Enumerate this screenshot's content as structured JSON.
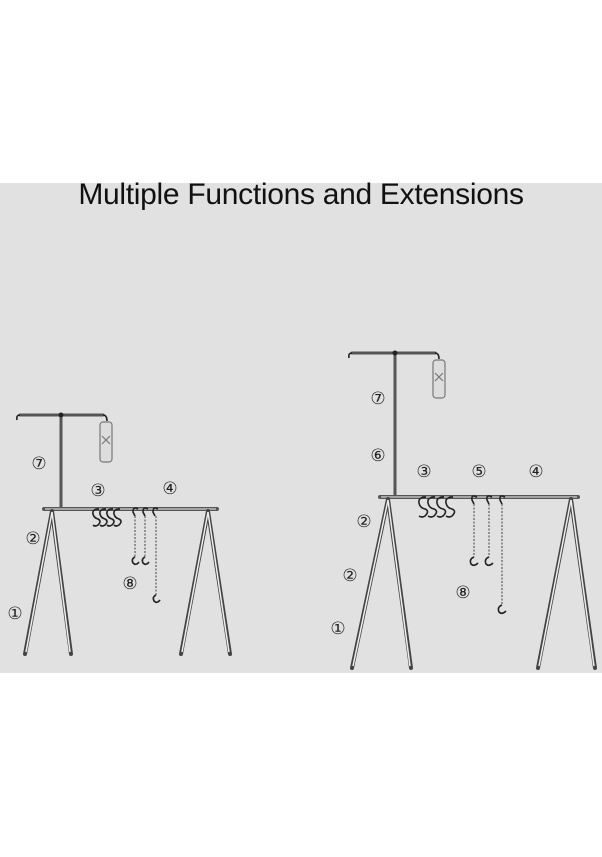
{
  "title": "Multiple Functions and Extensions",
  "left_rack": {
    "labels": [
      "⑦",
      "③",
      "④",
      "②",
      "⑧",
      "①"
    ]
  },
  "right_rack": {
    "labels": [
      "⑦",
      "⑥",
      "③",
      "⑤",
      "④",
      "②",
      "②",
      "⑧",
      "①"
    ]
  }
}
